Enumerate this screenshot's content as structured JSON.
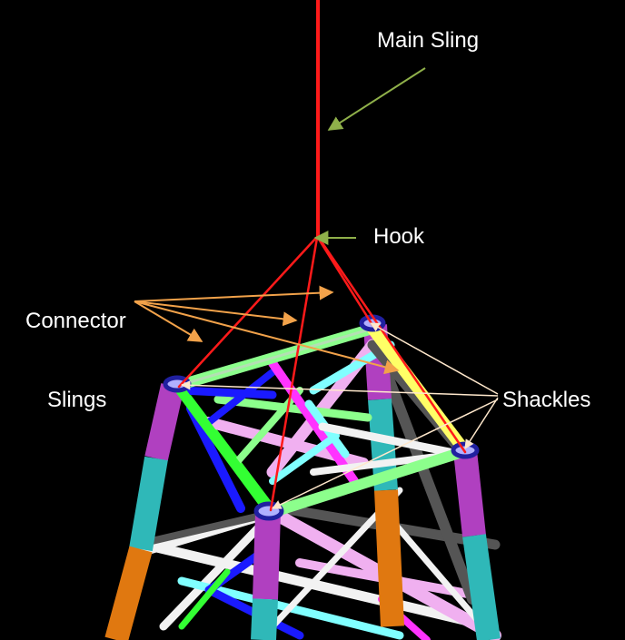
{
  "labels": {
    "main_sling": "Main Sling",
    "hook": "Hook",
    "connector_slings_line1": "Connector",
    "connector_slings_line2": "Slings",
    "shackles": "Shackles"
  },
  "colors": {
    "background": "#000000",
    "sling": "#ff1a1a",
    "pointer_green": "#8fb04a",
    "pointer_orange": "#f2a24a",
    "pointer_white": "#ffe8cc",
    "legs_magenta": "#b040c0",
    "legs_cyan": "#2fb8b8",
    "legs_orange": "#e07810",
    "brace_lightgreen": "#8cff8c",
    "brace_pink": "#f0b0f0",
    "brace_cyan": "#80ffff",
    "brace_white": "#f2f2f2",
    "brace_yellow": "#ffff66",
    "brace_blue": "#1a1aff",
    "brace_green": "#33ff33",
    "brace_grey": "#555555",
    "brace_magenta": "#ff33ff"
  }
}
